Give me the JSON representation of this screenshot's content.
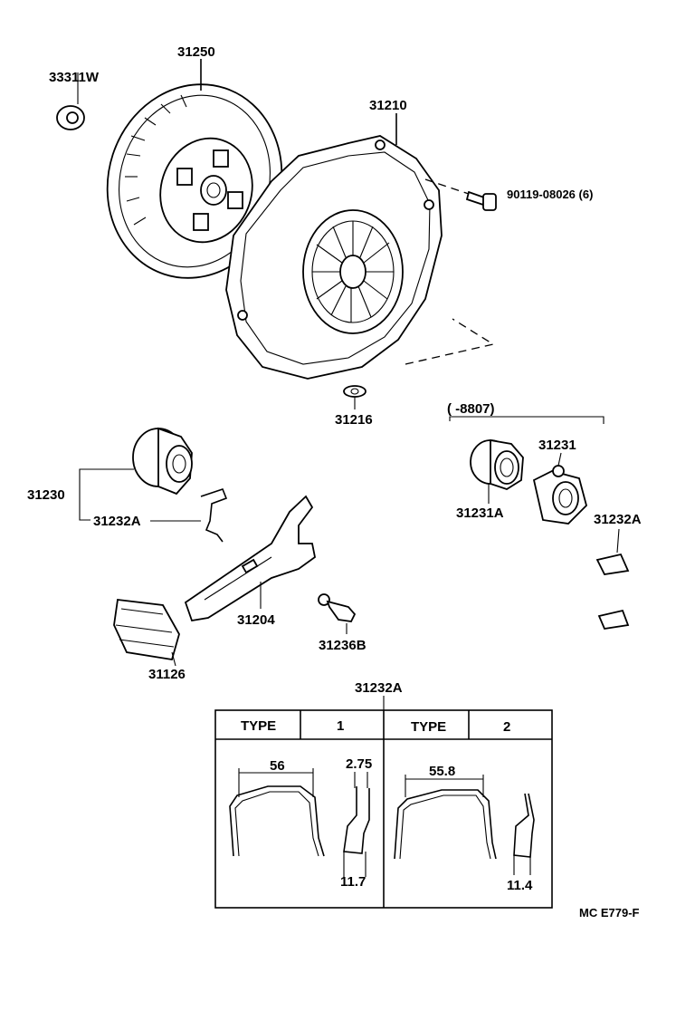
{
  "labels": {
    "p33311W": "33311W",
    "p31250": "31250",
    "p31210": "31210",
    "bolt": "90119-08026 (6)",
    "p31216": "31216",
    "range": "(      -8807)",
    "p31231": "31231",
    "p31230": "31230",
    "p31232A_left": "31232A",
    "p31231A": "31231A",
    "p31232A_right": "31232A",
    "p31204": "31204",
    "p31236B": "31236B",
    "p31126": "31126",
    "p31232A_table": "31232A",
    "footer": "MC E779-F"
  },
  "table": {
    "type_label_1": "TYPE",
    "type_value_1": "1",
    "type_label_2": "TYPE",
    "type_value_2": "2",
    "dims": {
      "t1_width": "56",
      "t1_thick": "2.75",
      "t1_depth": "11.7",
      "t2_width": "55.8",
      "t2_depth": "11.4"
    }
  }
}
